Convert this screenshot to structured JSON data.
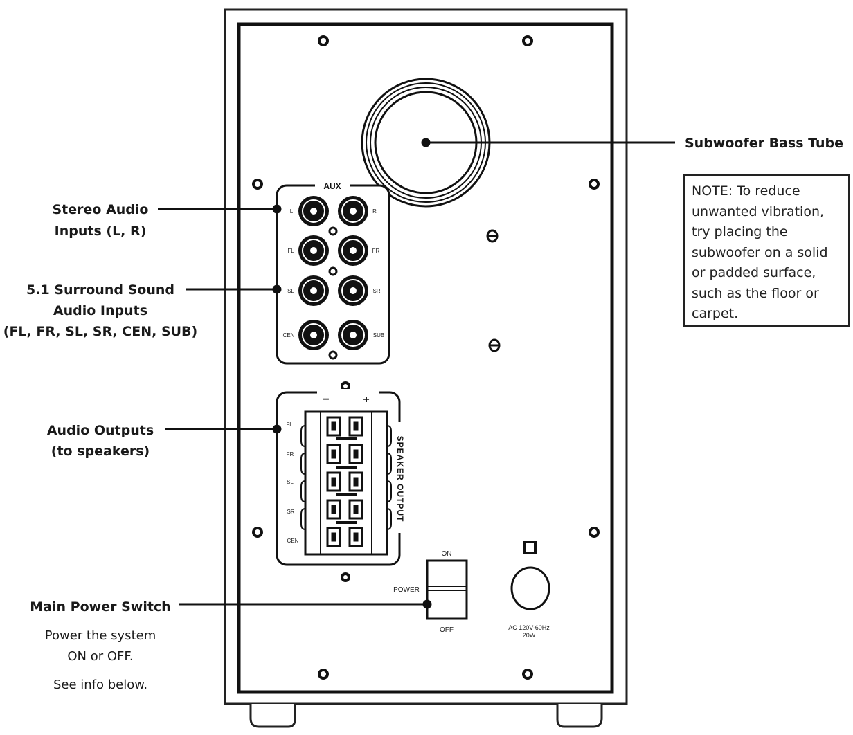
{
  "callouts": {
    "subwoofer_tube": "Subwoofer Bass Tube",
    "stereo_line1": "Stereo Audio",
    "stereo_line2": "Inputs (L, R)",
    "surround_line1": "5.1 Surround Sound",
    "surround_line2": "Audio Inputs",
    "surround_line3": "(FL, FR, SL, SR, CEN, SUB)",
    "outputs_line1": "Audio Outputs",
    "outputs_line2": "(to speakers)",
    "power_title": "Main Power Switch",
    "power_line1": "Power the system",
    "power_line2": "ON or OFF.",
    "power_line3": "See info below."
  },
  "note": "NOTE: To reduce unwanted vibration, try placing the subwoofer on a solid or padded surface, such as the floor or carpet.",
  "panel": {
    "aux_label": "AUX",
    "input_labels": {
      "left": [
        "L",
        "FL",
        "SL",
        "CEN"
      ],
      "right": [
        "R",
        "FR",
        "SR",
        "SUB"
      ]
    },
    "speaker_minus": "−",
    "speaker_plus": "+",
    "speaker_output_label": "SPEAKER OUTPUT",
    "speaker_channels": [
      "FL",
      "FR",
      "SL",
      "SR",
      "CEN"
    ],
    "power_on": "ON",
    "power_label": "POWER",
    "power_off": "OFF",
    "ac_line1": "AC 120V-60Hz",
    "ac_line2": "20W"
  }
}
